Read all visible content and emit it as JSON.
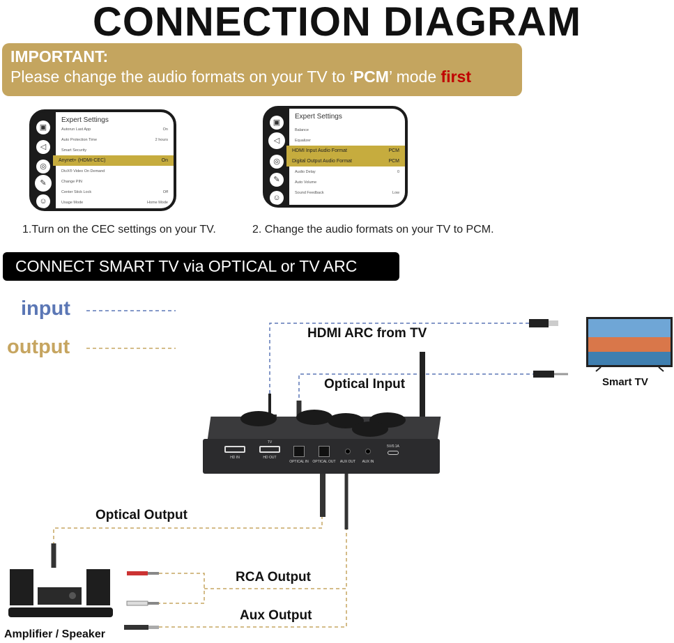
{
  "title": "CONNECTION DIAGRAM",
  "important": {
    "heading": "IMPORTANT",
    "colon": ":",
    "text_before": "Please change the audio formats on your TV to ‘",
    "pcm": "PCM",
    "text_mid": "’ mode ",
    "first": "first"
  },
  "menu1": {
    "heading": "Expert Settings",
    "rows": [
      {
        "label": "Autorun Last App",
        "value": "On"
      },
      {
        "label": "Auto Protection Time",
        "value": "2 hours"
      },
      {
        "label": "Smart Security",
        "value": ""
      },
      {
        "label": "Anynet+ (HDMI-CEC)",
        "value": "On",
        "selected": true
      },
      {
        "label": "DivX® Video On Demand",
        "value": ""
      },
      {
        "label": "Change PIN",
        "value": ""
      },
      {
        "label": "Center Stick Lock",
        "value": "Off"
      },
      {
        "label": "Usage Mode",
        "value": "Home Mode"
      }
    ]
  },
  "menu2": {
    "heading": "Expert Settings",
    "rows": [
      {
        "label": "Balance",
        "value": ""
      },
      {
        "label": "Equalizer",
        "value": ""
      },
      {
        "label": "HDMI Input Audio Format",
        "value": "PCM",
        "selected": true
      },
      {
        "label": "Digital Output Audio Format",
        "value": "PCM",
        "selected": true
      },
      {
        "label": "Audio Delay",
        "value": "0"
      },
      {
        "label": "Auto Volume",
        "value": ""
      },
      {
        "label": "Sound Feedback",
        "value": "Low"
      }
    ]
  },
  "step1": "1.Turn on the CEC settings on your TV.",
  "step2": "2. Change the audio formats on your TV to PCM.",
  "connect_title": "CONNECT SMART TV via OPTICAL or TV ARC",
  "legend": {
    "input": "input",
    "output": "output",
    "input_color": "#5b77b5",
    "output_color": "#c6a560"
  },
  "labels": {
    "hdmi_arc": "HDMI ARC from TV",
    "optical_input": "Optical Input",
    "smart_tv": "Smart TV",
    "optical_output": "Optical Output",
    "rca_output": "RCA Output",
    "aux_output": "Aux Output",
    "amplifier": "Amplifier / Speaker"
  },
  "ports": [
    "HD IN",
    "HD OUT",
    "OPTICAL IN",
    "OPTICAL OUT",
    "AUX OUT",
    "AUX IN",
    "5V/0.1A"
  ],
  "port_tv_label": "TV"
}
